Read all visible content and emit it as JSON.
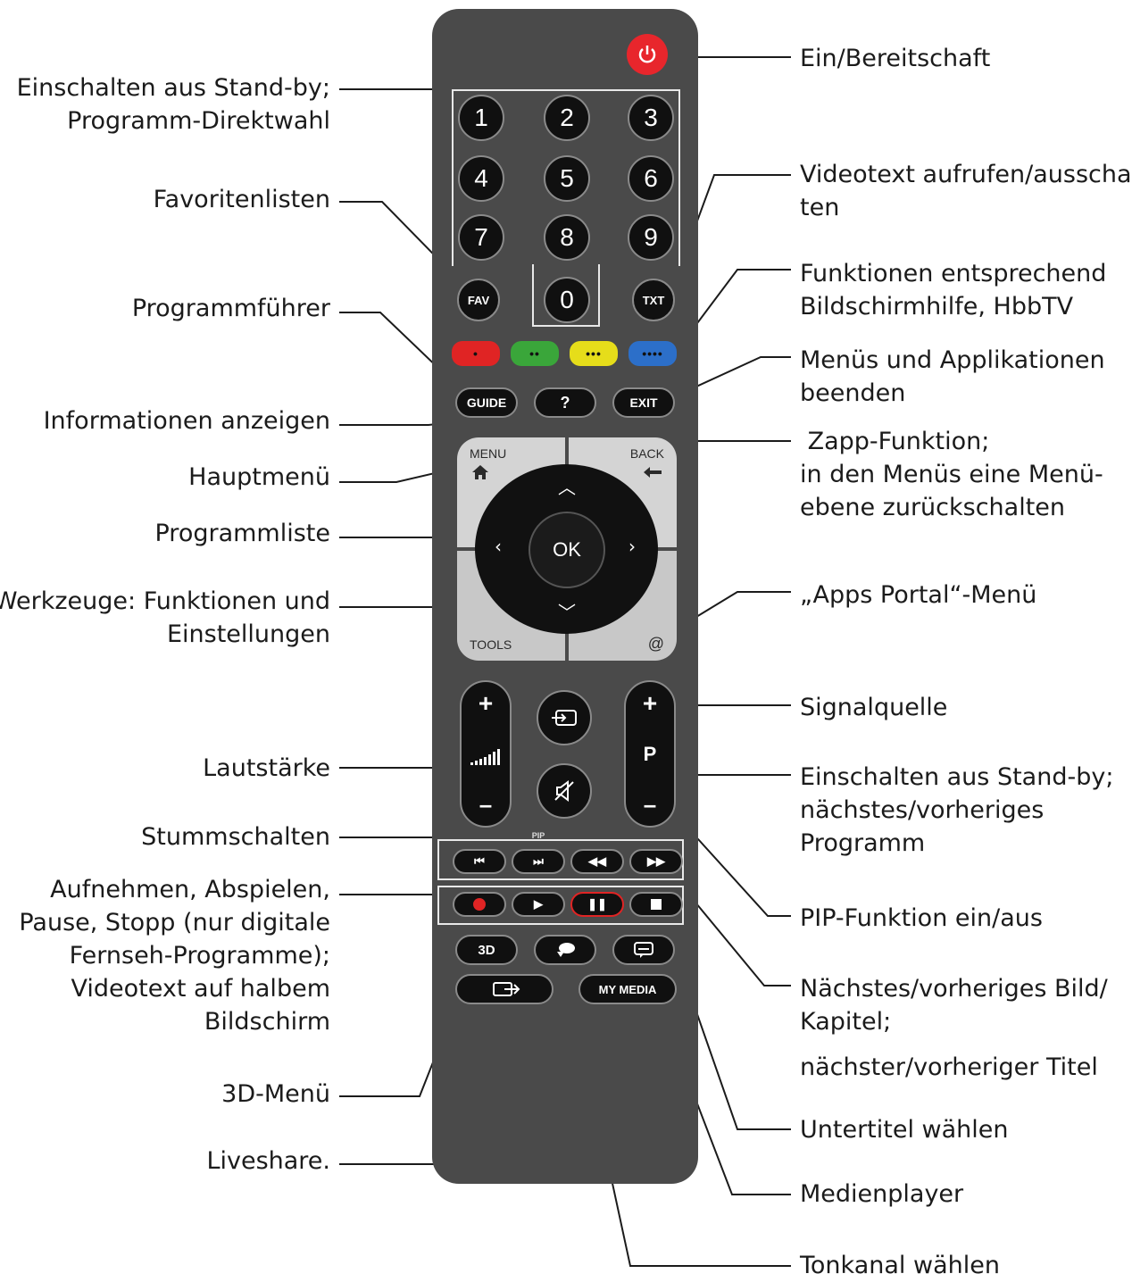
{
  "buttons": {
    "digits": [
      "1",
      "2",
      "3",
      "4",
      "5",
      "6",
      "7",
      "8",
      "9",
      "0"
    ],
    "fav": "FAV",
    "txt": "TXT",
    "color_dots": [
      "•",
      "••",
      "•••",
      "••••"
    ],
    "guide": "GUIDE",
    "info": "?",
    "exit": "EXIT",
    "menu": "MENU",
    "back": "BACK",
    "ok": "OK",
    "tools": "TOOLS",
    "apps": "@",
    "vol_plus": "+",
    "vol_minus": "–",
    "prog_plus": "+",
    "prog_letter": "P",
    "prog_minus": "–",
    "three_d": "3D",
    "my_media": "MY MEDIA",
    "pip": "PIP"
  },
  "icons": [
    "power-icon",
    "home-icon",
    "back-arrow-icon",
    "source-icon",
    "mute-icon",
    "volume-bars-icon",
    "prev-icon",
    "next-icon",
    "rewind-icon",
    "forward-icon",
    "record-icon",
    "play-icon",
    "pause-icon",
    "stop-icon",
    "audio-language-icon",
    "subtitle-icon",
    "liveshare-icon"
  ],
  "colors": {
    "remote_body": "#4a4a4a",
    "red": "#e02424",
    "green": "#3aa63a",
    "yellow": "#e6dd1a",
    "blue": "#2c6fc9",
    "power": "#e8262c"
  },
  "labels": {
    "power": "Ein/Bereitschaft",
    "digits": [
      "Einschalten aus Stand-by;",
      "Programm-Direktwahl"
    ],
    "fav": "Favoritenlisten",
    "teletext": [
      "Videotext aufrufen/ausschal-",
      "ten"
    ],
    "color_keys": [
      "Funktionen entsprechend",
      "Bildschirmhilfe, HbbTV"
    ],
    "guide": "Programmführer",
    "exit": [
      "Menüs und Applikationen",
      "beenden"
    ],
    "info": "Informationen anzeigen",
    "back": [
      " Zapp-Funktion;",
      "in den Menüs eine Menü-",
      "ebene zurückschalten"
    ],
    "menu": "Hauptmenü",
    "ok": "Programmliste",
    "apps": "„Apps Portal“-Menü",
    "tools": [
      "Werkzeuge: Funktionen und",
      "Einstellungen"
    ],
    "source": "Signalquelle",
    "volume": "Lautstärke",
    "program": [
      "Einschalten aus Stand-by;",
      "nächstes/vorheriges",
      "Programm"
    ],
    "mute": "Stummschalten",
    "pip": "PIP-Funktion ein/aus",
    "playback": [
      "Aufnehmen, Abspielen,",
      "Pause, Stopp (nur digitale",
      "Fernseh-Programme);",
      "Videotext auf halbem",
      "Bildschirm"
    ],
    "skip": [
      "Nächstes/vorheriges Bild/",
      "Kapitel;"
    ],
    "skip_extra": "nächster/vorheriger Titel",
    "three_d": "3D-Menü",
    "subtitle": "Untertitel wählen",
    "liveshare": "Liveshare.",
    "media": "Medienplayer",
    "audio": "Tonkanal wählen"
  }
}
